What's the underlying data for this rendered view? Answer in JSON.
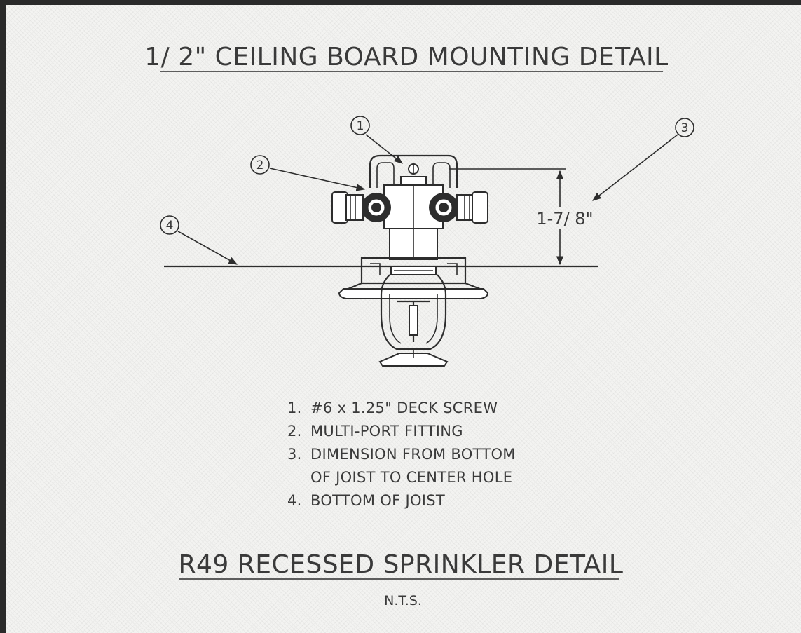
{
  "drawing": {
    "title_top": "1/ 2\" CEILING BOARD MOUNTING DETAIL",
    "title_bottom": "R49 RECESSED SPRINKLER DETAIL",
    "scale_note": "N.T.S.",
    "dimension": "1-7/ 8\"",
    "callouts": [
      "1",
      "2",
      "3",
      "4"
    ],
    "notes": [
      {
        "num": "1.",
        "text": "#6 x 1.25\" DECK SCREW"
      },
      {
        "num": "2.",
        "text": "MULTI-PORT FITTING"
      },
      {
        "num": "3.",
        "text": "DIMENSION FROM BOTTOM"
      },
      {
        "num": "",
        "text": "OF JOIST TO CENTER HOLE"
      },
      {
        "num": "4.",
        "text": "BOTTOM OF JOIST"
      }
    ]
  }
}
